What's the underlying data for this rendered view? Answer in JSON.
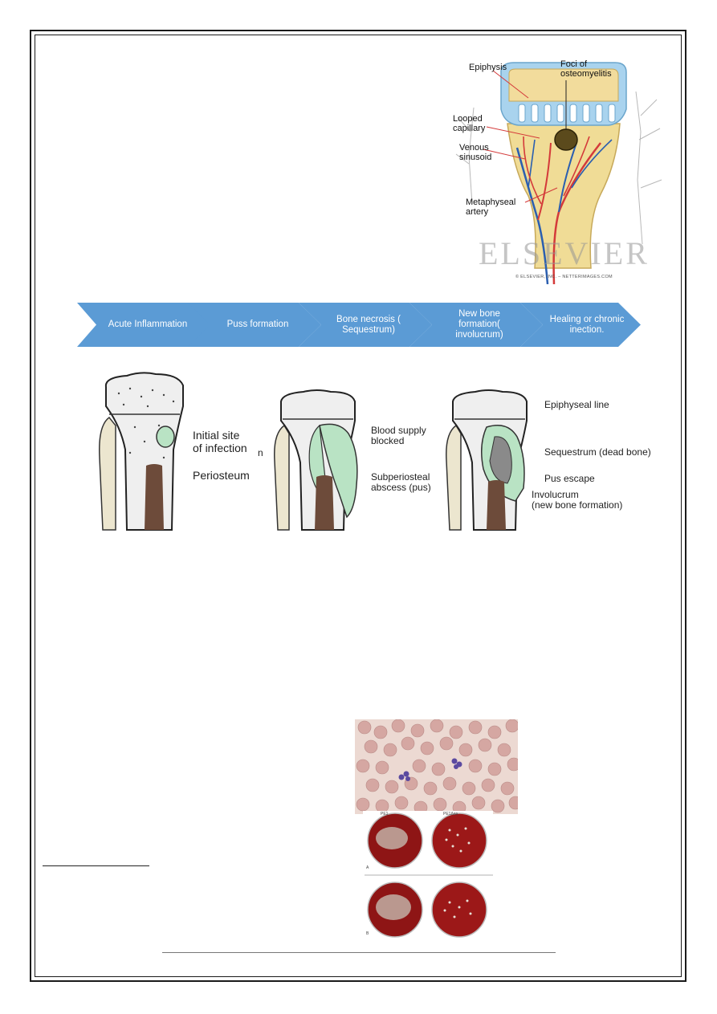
{
  "netter": {
    "labels": {
      "epiphysis": "Epiphysis",
      "foci": "Foci of\nosteomyelitis",
      "looped": "Looped\ncapillary",
      "venous": "Venous\nsinusoid",
      "metaphyseal": "Metaphyseal\nartery"
    },
    "watermark": "ELSEVIER",
    "copyright": "© ELSEVIER, INC. – NETTERIMAGES.COM"
  },
  "process": {
    "steps": [
      "Acute Inflammation",
      "Puss formation",
      "Bone necrosis (\nSequestrum)",
      "New bone\nformation(\ninvolucrum)",
      "Healing or chronic\ninection."
    ],
    "color": "#5b9bd5"
  },
  "bones": {
    "panel1": {
      "initial_site": "Initial site\nof infection",
      "periosteum": "Periosteum",
      "stray": "n"
    },
    "panel2": {
      "blood": "Blood supply\nblocked",
      "abscess": "Subperiosteal\nabscess (pus)"
    },
    "panel3": {
      "epiphyseal": "Epiphyseal line",
      "sequestrum": "Sequestrum (dead bone)",
      "pus_escape": "Pus escape",
      "involucrum": "Involucrum\n(new bone formation)"
    }
  },
  "plates": {
    "label_a": "A",
    "label_b": "B",
    "pb1": "PE1",
    "pb2": "PE1Δsa"
  }
}
